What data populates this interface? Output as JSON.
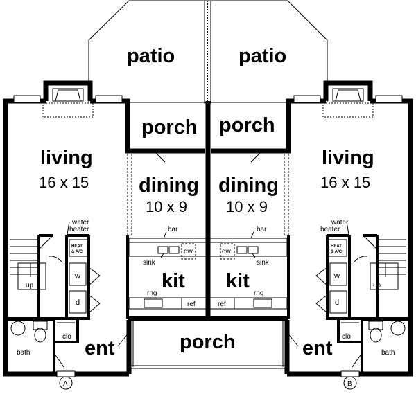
{
  "plan": {
    "unit_a": {
      "patio": "patio",
      "porch_rear": "porch",
      "living": "living",
      "living_dim": "16 x 15",
      "dining": "dining",
      "dining_dim": "10 x 9",
      "kit": "kit",
      "ent": "ent",
      "bath": "bath",
      "clo": "clo",
      "up": "up",
      "w": "w",
      "d": "d",
      "water_heater_1": "water",
      "water_heater_2": "heater",
      "heat_1": "HEAT",
      "heat_2": "& A/C",
      "bar": "bar",
      "sink": "sink",
      "dw": "dw",
      "rng": "rng",
      "ref": "ref",
      "marker": "A"
    },
    "unit_b": {
      "patio": "patio",
      "porch_rear": "porch",
      "living": "living",
      "living_dim": "16 x 15",
      "dining": "dining",
      "dining_dim": "10 x 9",
      "kit": "kit",
      "ent": "ent",
      "bath": "bath",
      "clo": "clo",
      "up": "up",
      "w": "w",
      "d": "d",
      "water_heater_1": "water",
      "water_heater_2": "heater",
      "heat_1": "HEAT",
      "heat_2": "& A/C",
      "bar": "bar",
      "sink": "sink",
      "dw": "dw",
      "rng": "rng",
      "ref": "ref",
      "marker": "B"
    },
    "front_porch": "porch"
  }
}
